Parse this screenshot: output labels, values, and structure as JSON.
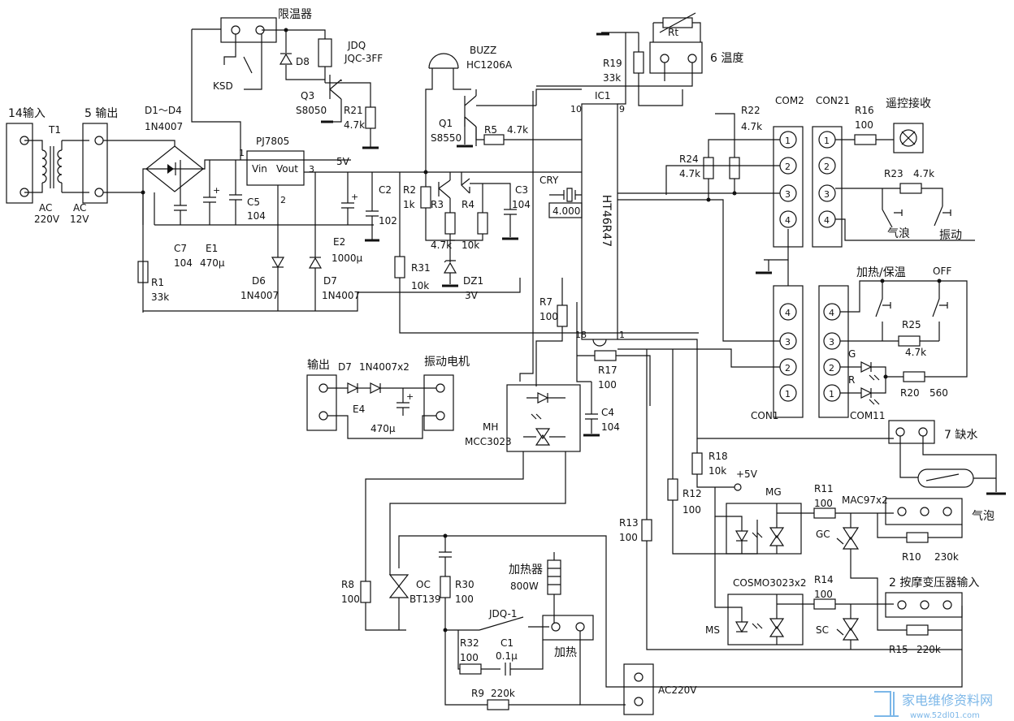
{
  "labels": {
    "in14": "14输入",
    "out5": "5 输出",
    "t1": "T1",
    "ac220v": "AC",
    "ac220v_b": "220V",
    "ac12v": "AC",
    "ac12v_b": "12V",
    "d1d4": "D1～D4",
    "d1d4_b": "1N4007",
    "pj7805": "PJ7805",
    "vin": "Vin",
    "vout": "Vout",
    "pin1": "1",
    "pin2": "2",
    "pin3": "3",
    "v5": "5V",
    "c5": "C5",
    "c5v": "104",
    "c7": "C7",
    "c7v": "104",
    "e1": "E1",
    "e1v": "470μ",
    "e2": "E2",
    "e2v": "1000μ",
    "c2": "C2",
    "c2v": "102",
    "d6": "D6",
    "d6v": "1N4007",
    "d7a": "D7",
    "d7av": "1N4007",
    "r1": "R1",
    "r1v": "33k",
    "xianwen": "限温器",
    "ksd": "KSD",
    "d8": "D8",
    "jdq": "JDQ",
    "jdqv": "JQC-3FF",
    "q3": "Q3",
    "q3v": "S8050",
    "r21": "R21",
    "r21v": "4.7k",
    "buzz": "BUZZ",
    "buzzv": "HC1206A",
    "q1": "Q1",
    "q1v": "S8550",
    "r5": "R5",
    "r5v": "4.7k",
    "r2": "R2",
    "r2v": "1k",
    "r3": "R3",
    "r3v": "4.7k",
    "r4": "R4",
    "r4v": "10k",
    "c3": "C3",
    "c3v": "104",
    "dz1": "DZ1",
    "dz1v": "3V",
    "r31": "R31",
    "r31v": "10k",
    "r19": "R19",
    "r19v": "33k",
    "ic1": "IC1",
    "ic1p10": "10",
    "ic1p9": "9",
    "ic1p18": "18",
    "ic1p1": "1",
    "ic1name": "HT46R47",
    "cry": "CRY",
    "cryv": "4.000",
    "rt": "Rt",
    "wendu": "6 温度",
    "r22": "R22",
    "r22v": "4.7k",
    "r24": "R24",
    "r24v": "4.7k",
    "com2": "COM2",
    "con21": "CON21",
    "r16": "R16",
    "r16v": "100",
    "yaokong": "遥控接收",
    "r23": "R23",
    "r23v": "4.7k",
    "qilang": "气浪",
    "zhendong": "振动",
    "jiare_baowen": "加热/保温",
    "off": "OFF",
    "r25": "R25",
    "r25v": "4.7k",
    "g": "G",
    "r": "R",
    "r20": "R20",
    "r20v": "560",
    "con1": "CON1",
    "com11": "COM11",
    "r7": "R7",
    "r7v": "100",
    "r17": "R17",
    "r17v": "100",
    "c4": "C4",
    "c4v": "104",
    "mh": "MH",
    "mhv": "MCC3023",
    "shuchu": "输出",
    "d7b": "D7",
    "d7bv": "1N4007x2",
    "e4": "E4",
    "e4v": "470μ",
    "zhendongdianji": "振动电机",
    "queshui": "7 缺水",
    "r18": "R18",
    "r18v": "10k",
    "p5v": "+5V",
    "mg": "MG",
    "r11": "R11",
    "r11v": "100",
    "mac97": "MAC97x2",
    "qipao": "气泡",
    "r12": "R12",
    "r12v": "100",
    "gc": "GC",
    "r10": "R10",
    "r10v": "230k",
    "r13": "R13",
    "r13v": "100",
    "cosmo": "COSMO3023x2",
    "r14": "R14",
    "r14v": "100",
    "anmo": "2 按摩变压器输入",
    "ms": "MS",
    "sc": "SC",
    "r15": "R15",
    "r15v": "220k",
    "r8": "R8",
    "r8v": "100",
    "oc": "OC",
    "ocv": "BT139",
    "r30": "R30",
    "r30v": "100",
    "jiareqi": "加热器",
    "jiareqiv": "800W",
    "jdq1": "JDQ-1",
    "jiare": "加热",
    "r32": "R32",
    "r32v": "100",
    "c1": "C1",
    "c1v": "0.1μ",
    "r9": "R9",
    "r9v": "220k",
    "ac220": "AC220V",
    "n1": "1",
    "n2": "2",
    "n3": "3",
    "n4": "4",
    "wm1": "家电维修资料网",
    "wm2": "www.52dl01.com"
  }
}
